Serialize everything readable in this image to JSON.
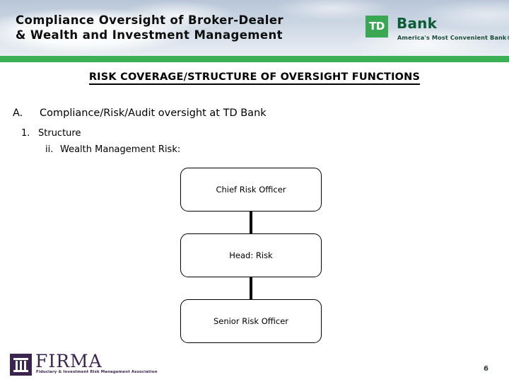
{
  "header": {
    "title": "Compliance Oversight of Broker-Dealer\n& Wealth and Investment Management",
    "accent_green": "#3cb054",
    "logo": {
      "mark_text": "TD",
      "wordmark": "Bank",
      "tagline": "America's Most Convenient Bank®",
      "mark_bg": "#3aa853",
      "wordmark_color": "#0a5c36"
    }
  },
  "section": {
    "heading": "RISK COVERAGE/STRUCTURE OF OVERSIGHT FUNCTIONS"
  },
  "outline": [
    {
      "marker": "A.",
      "text": "Compliance/Risk/Audit oversight at TD Bank",
      "level": "a"
    },
    {
      "marker": "1.",
      "text": "Structure",
      "level": "1"
    },
    {
      "marker": "ii.",
      "text": "Wealth Management Risk:",
      "level": "ii"
    }
  ],
  "org_chart": {
    "boxes": [
      {
        "label": "Chief Risk Officer"
      },
      {
        "label": "Head: Risk"
      },
      {
        "label": "Senior Risk Officer"
      }
    ]
  },
  "footer": {
    "firma": {
      "wordmark": "FIRMA",
      "tagline": "Fiduciary & Investment Risk Management Association",
      "brand_color": "#3b2450"
    },
    "page_number": "6"
  }
}
